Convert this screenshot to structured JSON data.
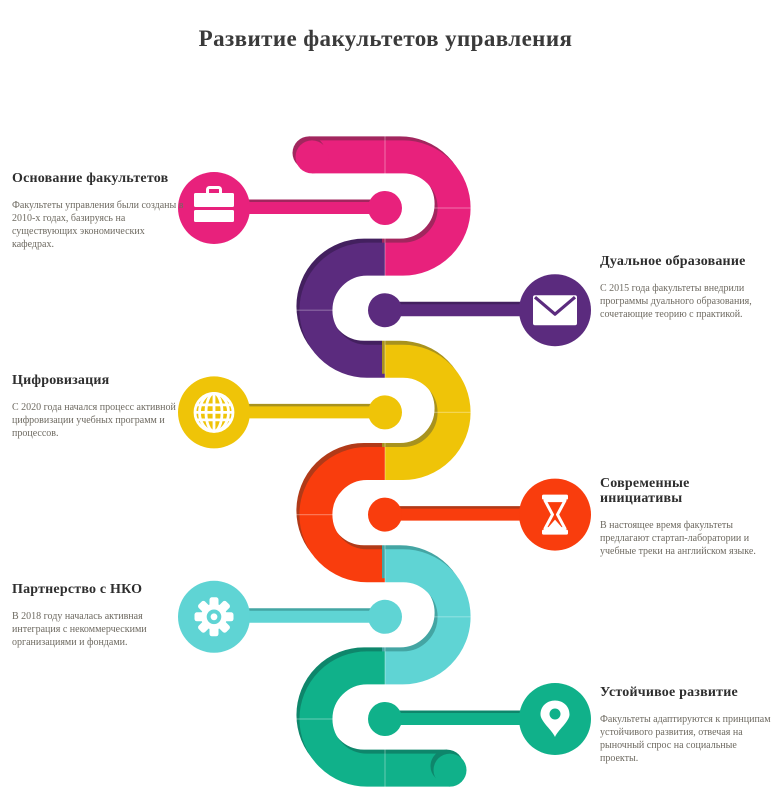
{
  "page": {
    "title": "Развитие факультетов управления",
    "background_color": "#ffffff",
    "title_color": "#3a3a3a",
    "heading_color": "#2e2e2e",
    "body_color": "#6e6a61"
  },
  "milestones": [
    {
      "title": "Основание факультетов",
      "description": "Факультеты управления были созданы в 2010-х годах, базируясь на существующих экономических кафедрах.",
      "side": "left",
      "icon": "briefcase-icon",
      "color": "#e8217c",
      "color_dark": "#a2265e"
    },
    {
      "title": "Дуальное образование",
      "description": "С 2015 года факультеты внедрили программы дуального образования, сочетающие теорию с практикой.",
      "side": "right",
      "icon": "envelope-icon",
      "color": "#5b2b7e",
      "color_dark": "#43205f"
    },
    {
      "title": "Цифровизация",
      "description": "С 2020 года начался процесс активной цифровизации учебных программ и процессов.",
      "side": "left",
      "icon": "globe-icon",
      "color": "#efc408",
      "color_dark": "#a8921e"
    },
    {
      "title": "Современные инициативы",
      "description": "В настоящее время факультеты предлагают стартап-лаборатории и учебные треки на английском языке.",
      "side": "right",
      "icon": "hourglass-icon",
      "color": "#f93d0d",
      "color_dark": "#b13a18"
    },
    {
      "title": "Партнерство с НКО",
      "description": "В 2018 году началась активная интеграция с некоммерческими организациями и фондами.",
      "side": "left",
      "icon": "gear-icon",
      "color": "#5fd4d4",
      "color_dark": "#44a5a3"
    },
    {
      "title": "Устойчивое развитие",
      "description": "Факультеты адаптируются к принципам устойчивого развития, отвечая на рыночный спрос на социальные проекты.",
      "side": "right",
      "icon": "pin-icon",
      "color": "#10b18a",
      "color_dark": "#0e866b"
    }
  ]
}
